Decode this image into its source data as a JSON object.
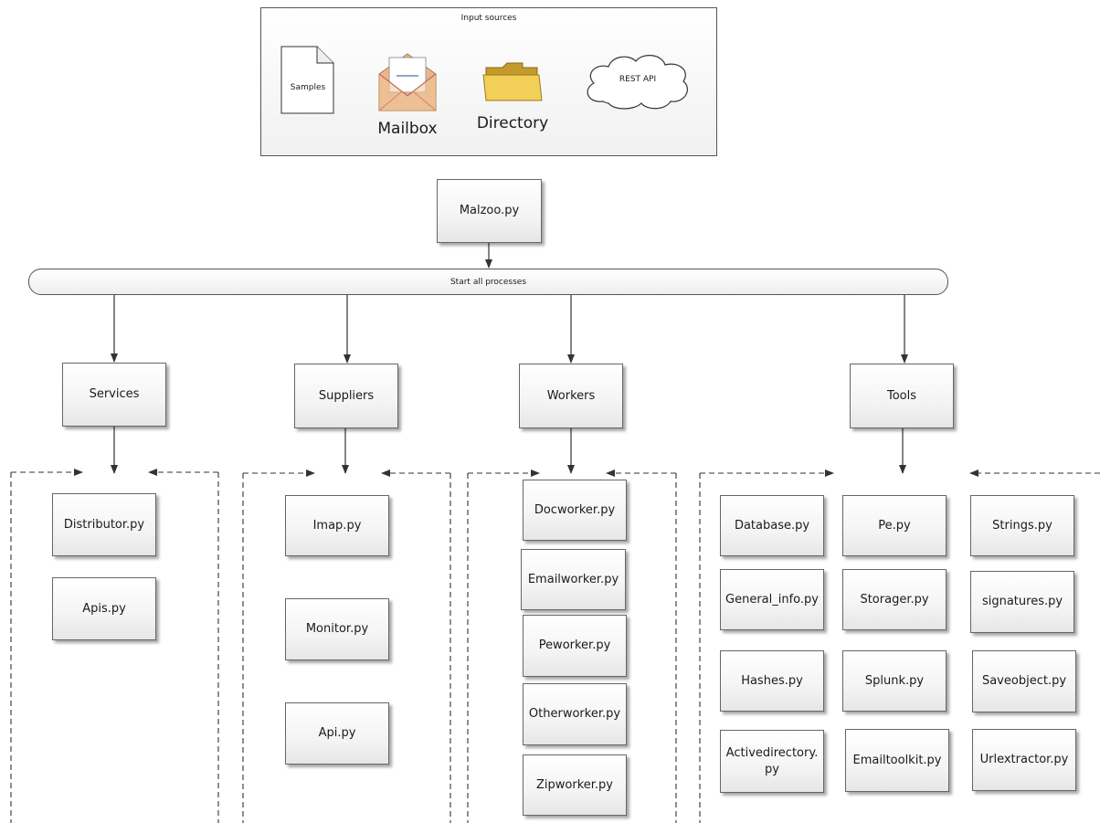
{
  "input_sources": {
    "title": "Input sources",
    "samples": "Samples",
    "mailbox": "Mailbox",
    "directory": "Directory",
    "rest_api": "REST API"
  },
  "main": "Malzoo.py",
  "bus": "Start all processes",
  "categories": {
    "services": "Services",
    "suppliers": "Suppliers",
    "workers": "Workers",
    "tools": "Tools"
  },
  "services": [
    "Distributor.py",
    "Apis.py"
  ],
  "suppliers": [
    "Imap.py",
    "Monitor.py",
    "Api.py"
  ],
  "workers": [
    "Docworker.py",
    "Emailworker.py",
    "Peworker.py",
    "Otherworker.py",
    "Zipworker.py"
  ],
  "tools": {
    "col1": [
      "Database.py",
      "General_info.py",
      "Hashes.py",
      "Activedirectory.\npy"
    ],
    "col2": [
      "Pe.py",
      "Storager.py",
      "Splunk.py",
      "Emailtoolkit.py"
    ],
    "col3": [
      "Strings.py",
      "signatures.py",
      "Saveobject.py",
      "Urlextractor.py"
    ]
  }
}
